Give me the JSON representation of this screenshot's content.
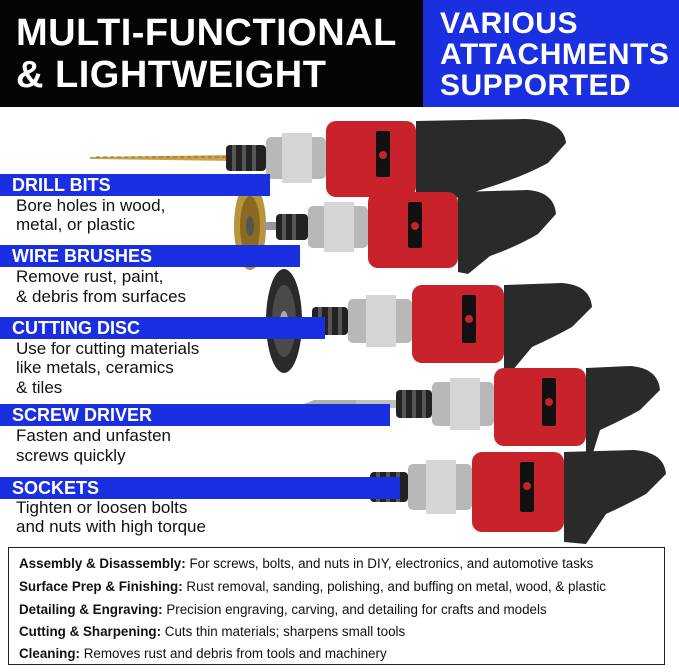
{
  "header": {
    "title_line1": "MULTI-FUNCTIONAL",
    "title_line2": "& LIGHTWEIGHT",
    "sub_line1": "VARIOUS",
    "sub_line2": "ATTACHMENTS",
    "sub_line3": "SUPPORTED"
  },
  "colors": {
    "accent_blue": "#1a2fe0",
    "header_black": "#050505",
    "tool_red": "#c8222a"
  },
  "attachments": [
    {
      "label": "DRILL BITS",
      "desc_lines": [
        "Bore holes in wood,",
        "metal, or plastic"
      ]
    },
    {
      "label": "WIRE BRUSHES",
      "desc_lines": [
        "Remove rust, paint,",
        "& debris from surfaces"
      ]
    },
    {
      "label": "CUTTING DISC",
      "desc_lines": [
        "Use for cutting materials",
        "like metals, ceramics",
        "& tiles"
      ]
    },
    {
      "label": "SCREW DRIVER",
      "desc_lines": [
        "Fasten and unfasten",
        "screws quickly"
      ]
    },
    {
      "label": "SOCKETS",
      "desc_lines": [
        "Tighten or loosen bolts",
        "and nuts with high torque"
      ]
    }
  ],
  "uses": [
    {
      "title": "Assembly & Disassembly:",
      "text": " For screws, bolts, and nuts in DIY, electronics, and automotive tasks"
    },
    {
      "title": "Surface Prep & Finishing:",
      "text": " Rust removal, sanding, polishing, and buffing on metal, wood, & plastic"
    },
    {
      "title": "Detailing & Engraving:",
      "text": " Precision engraving, carving, and detailing for crafts and models"
    },
    {
      "title": "Cutting & Sharpening:",
      "text": " Cuts thin materials; sharpens small tools"
    },
    {
      "title": "Cleaning:",
      "text": " Removes rust and debris from tools and machinery"
    }
  ]
}
